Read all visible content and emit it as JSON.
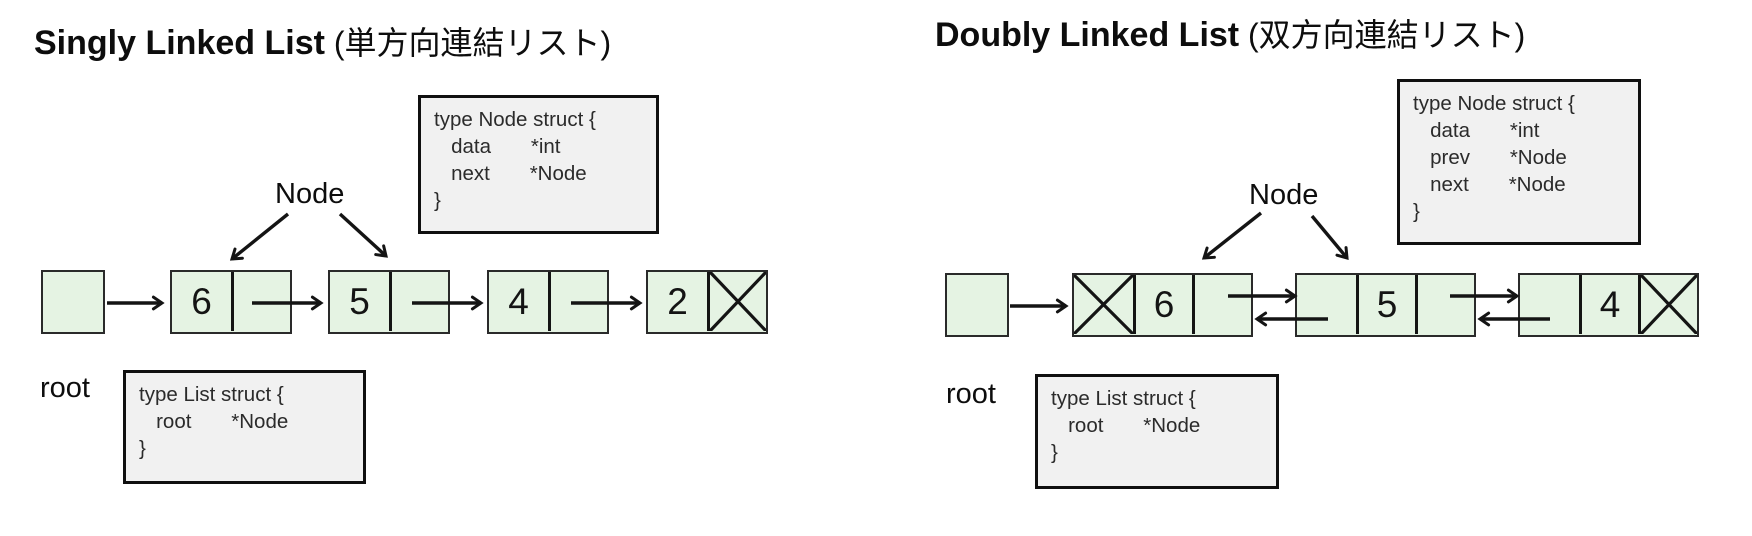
{
  "singly": {
    "title": "Singly Linked List",
    "title_suffix": " (単方向連結リスト)",
    "node_label": "Node",
    "root_label": "root",
    "node_struct_lines": [
      "type Node struct {",
      "   data       *int",
      "   next       *Node",
      "}"
    ],
    "list_struct_lines": [
      "type List struct {",
      "   root       *Node",
      "}"
    ],
    "nodes": [
      {
        "value": "6"
      },
      {
        "value": "5"
      },
      {
        "value": "4"
      },
      {
        "value": "2"
      }
    ]
  },
  "doubly": {
    "title": "Doubly Linked List",
    "title_suffix": " (双方向連結リスト)",
    "node_label": "Node",
    "root_label": "root",
    "node_struct_lines": [
      "type Node struct {",
      "   data       *int",
      "   prev       *Node",
      "   next       *Node",
      "}"
    ],
    "list_struct_lines": [
      "type List struct {",
      "   root       *Node",
      "}"
    ],
    "nodes": [
      {
        "value": "6"
      },
      {
        "value": "5"
      },
      {
        "value": "4"
      }
    ]
  },
  "colors": {
    "node_fill": "#e5f3e3",
    "struct_box_fill": "#f1f1f1",
    "line_color": "#141414",
    "text_color": "#0d0d0d"
  }
}
